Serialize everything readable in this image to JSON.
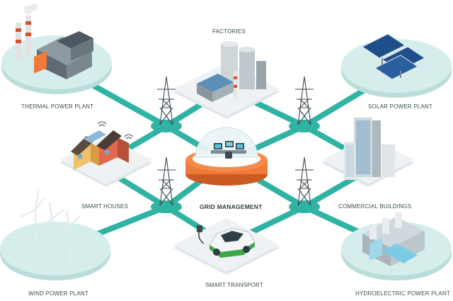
{
  "labels": {
    "thermal": "THERMAL POWER PLANT",
    "factories": "FACTORIES",
    "solar": "SOLAR POWER PLANT",
    "smart_houses": "SMART HOUSES",
    "grid": "GRID MANAGEMENT",
    "commercial": "COMMERCIAL BUILDINGS",
    "wind": "WIND POWER PLANT",
    "transport": "SMART TRANSPORT",
    "hydro": "HYDROELECTRIC POWER PLANT"
  },
  "colors": {
    "network": "#2fb3a3",
    "disc": "#cfe9e7",
    "tile": "#e7ecee",
    "accent": "#f07a3a"
  }
}
